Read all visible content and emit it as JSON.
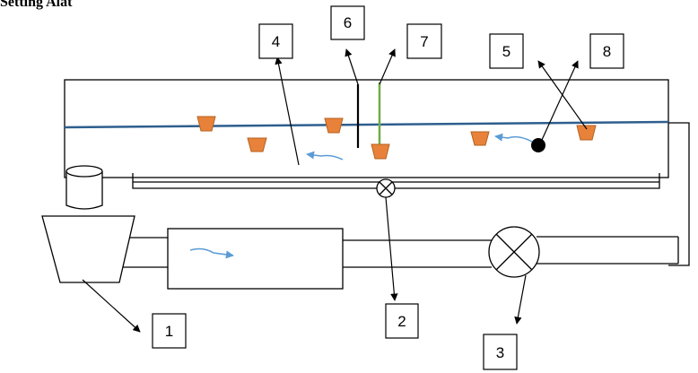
{
  "title": "Setting Alat",
  "labels": [
    "1",
    "2",
    "3",
    "4",
    "5",
    "6",
    "7",
    "8"
  ],
  "colors": {
    "water_line": "#2e5e8e",
    "pot_fill": "#e8823a",
    "pot_stroke": "#b4621f",
    "flow_arrow": "#5b9bd5",
    "green_rod": "#70ad47",
    "stroke": "#000000"
  }
}
